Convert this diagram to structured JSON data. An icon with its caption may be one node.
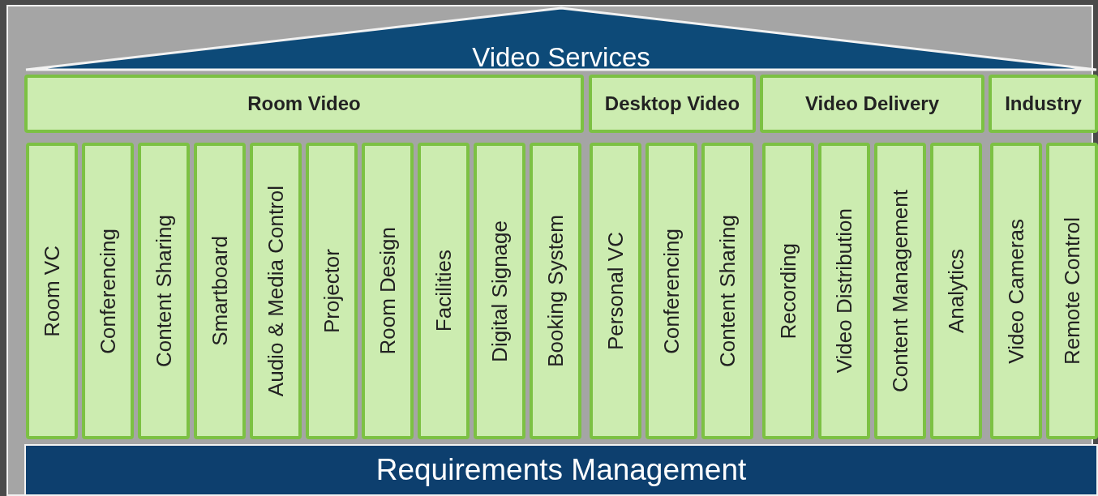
{
  "diagram": {
    "nodes": [
      {
        "text": [
          "Video Services"
        ]
      },
      {
        "text": [
          "Room Video"
        ]
      },
      {
        "text": [
          "Desktop Video"
        ]
      },
      {
        "text": [
          "Video Delivery"
        ]
      },
      {
        "text": [
          "Industry"
        ]
      },
      {
        "text": [
          "Room VC"
        ]
      },
      {
        "text": [
          "Conferencing"
        ]
      },
      {
        "text": [
          "Content Sharing"
        ]
      },
      {
        "text": [
          "Smartboard"
        ]
      },
      {
        "text": [
          "Audio & Media Control"
        ]
      },
      {
        "text": [
          "Projector"
        ]
      },
      {
        "text": [
          "Room Design"
        ]
      },
      {
        "text": [
          "Facilities"
        ]
      },
      {
        "text": [
          "Digital Signage"
        ]
      },
      {
        "text": [
          "Booking System"
        ]
      },
      {
        "text": [
          "Personal VC"
        ]
      },
      {
        "text": [
          "Conferencing"
        ]
      },
      {
        "text": [
          "Content Sharing"
        ]
      },
      {
        "text": [
          "Recording"
        ]
      },
      {
        "text": [
          "Video Distribution"
        ]
      },
      {
        "text": [
          "Content Management"
        ]
      },
      {
        "text": [
          "Analytics"
        ]
      },
      {
        "text": [
          "Video Cameras"
        ]
      },
      {
        "text": [
          "Remote Control"
        ]
      },
      {
        "text": [
          "Requirements Management"
        ]
      }
    ]
  }
}
